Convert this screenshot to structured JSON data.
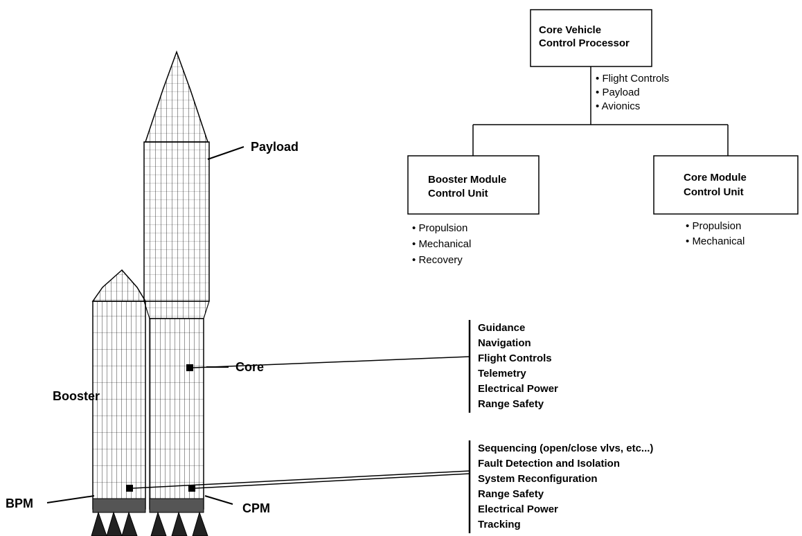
{
  "vehicle": {
    "payload_label": "Payload",
    "core_label": "Core",
    "booster_label": "Booster",
    "bpm_label": "BPM",
    "cpm_label": "CPM"
  },
  "hierarchy": {
    "top": {
      "line1": "Core Vehicle",
      "line2": "Control Processor",
      "functions": [
        "Flight Controls",
        "Payload",
        "Avionics"
      ]
    },
    "booster_unit": {
      "line1": "Booster Module",
      "line2": "Control Unit",
      "functions": [
        "Propulsion",
        "Mechanical",
        "Recovery"
      ]
    },
    "core_unit": {
      "line1": "Core Module",
      "line2": "Control Unit",
      "functions": [
        "Propulsion",
        "Mechanical"
      ]
    }
  },
  "callouts": {
    "core_avionics": [
      "Guidance",
      "Navigation",
      "Flight Controls",
      "Telemetry",
      "Electrical Power",
      "Range Safety"
    ],
    "module_functions": [
      "Sequencing (open/close vlvs, etc...)",
      "Fault Detection and Isolation",
      "System Reconfiguration",
      "Range Safety",
      "Electrical Power",
      "Tracking"
    ]
  },
  "bullet": "•"
}
